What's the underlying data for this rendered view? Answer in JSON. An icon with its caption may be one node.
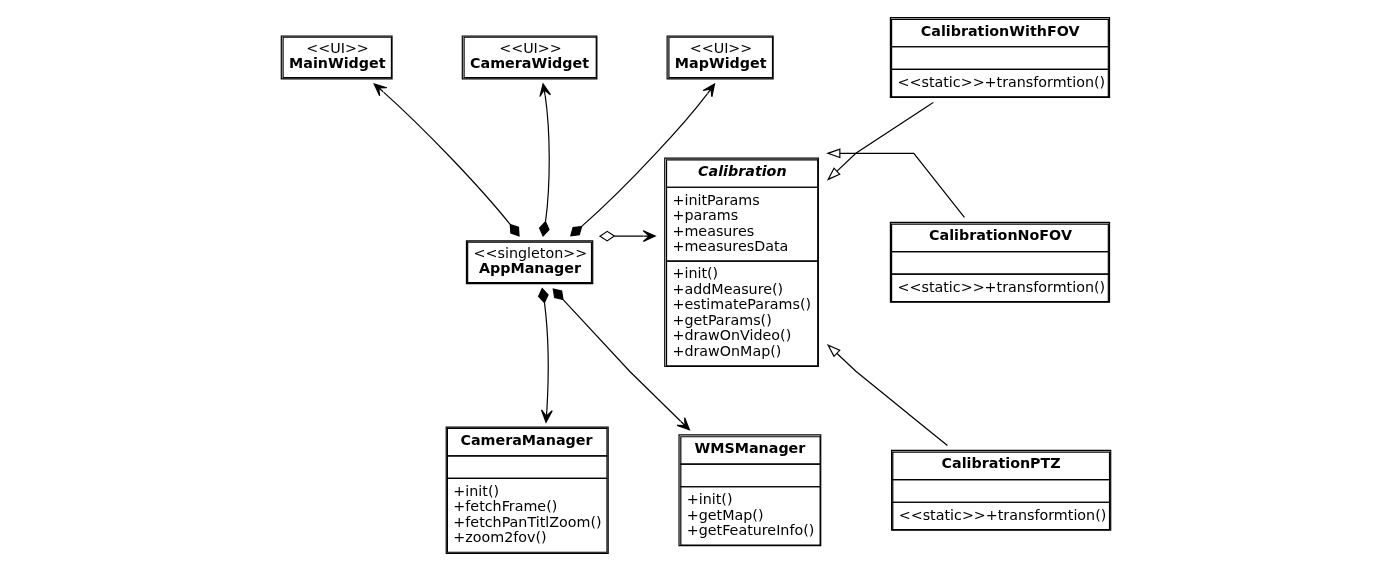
{
  "diagram": {
    "nodes": [
      {
        "text": [
          "<<UI>>",
          "MainWidget"
        ]
      },
      {
        "text": [
          "<<UI>>",
          "CameraWidget"
        ]
      },
      {
        "text": [
          "<<UI>>",
          "MapWidget"
        ]
      },
      {
        "text": [
          "CalibrationWithFOV",
          "<<static>>+transformtion()"
        ]
      },
      {
        "text": [
          "<<singleton>>",
          "AppManager"
        ]
      },
      {
        "text": [
          "Calibration",
          "+initParams +params +measures +measuresData",
          "+init() +addMeasure() +estimateParams() +getParams() +drawOnVideo() +drawOnMap()"
        ]
      },
      {
        "text": [
          "CalibrationNoFOV",
          "<<static>>+transformtion()"
        ]
      },
      {
        "text": [
          "CameraManager",
          "+init() +fetchFrame() +fetchPanTitlZoom() +zoom2fov()"
        ]
      },
      {
        "text": [
          "WMSManager",
          "+init() +getMap() +getFeatureInfo()"
        ]
      },
      {
        "text": [
          "CalibrationPTZ",
          "<<static>>+transformtion()"
        ]
      }
    ],
    "edges": [
      {
        "from": 4,
        "to": 0,
        "arrow": "to"
      },
      {
        "from": 4,
        "to": 1,
        "arrow": "to"
      },
      {
        "from": 4,
        "to": 2,
        "arrow": "to"
      },
      {
        "from": 4,
        "to": 5,
        "arrow": "to"
      },
      {
        "from": 3,
        "to": 5,
        "arrow": "to"
      },
      {
        "from": 6,
        "to": 5,
        "arrow": "to"
      },
      {
        "from": 4,
        "to": 7,
        "arrow": "to"
      },
      {
        "from": 4,
        "to": 8,
        "arrow": "to"
      },
      {
        "from": 9,
        "to": 5,
        "arrow": "to"
      }
    ]
  }
}
